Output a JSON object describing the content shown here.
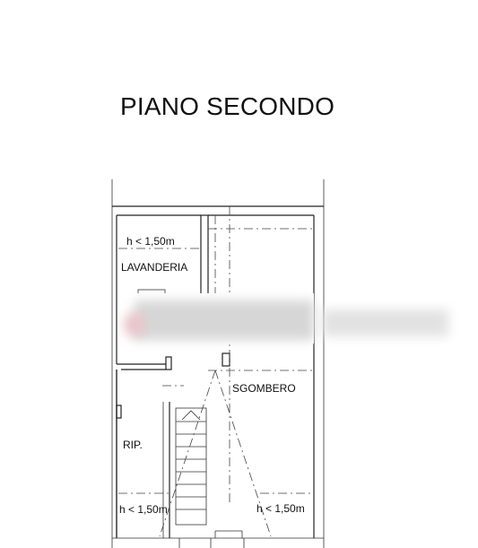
{
  "title": "PIANO SECONDO",
  "rooms": {
    "lavanderia": "LAVANDERIA",
    "sgombero": "SGOMBERO",
    "rip": "RIP."
  },
  "height_notes": {
    "top_left": "h < 1,50m",
    "bottom_left": "h < 1,50m",
    "bottom_right": "h < 1,50m"
  },
  "colors": {
    "lines": "#222222",
    "blur_overlay": "#d9d9d9"
  }
}
